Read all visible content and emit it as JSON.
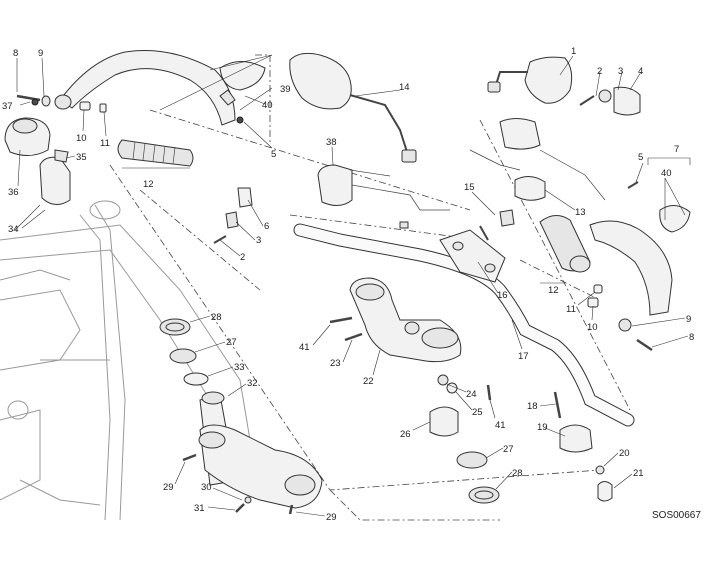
{
  "diagram": {
    "code": "SOS00667",
    "callouts": [
      {
        "id": "c8a",
        "text": "8"
      },
      {
        "id": "c9a",
        "text": "9"
      },
      {
        "id": "c37",
        "text": "37"
      },
      {
        "id": "c10a",
        "text": "10"
      },
      {
        "id": "c11a",
        "text": "11"
      },
      {
        "id": "c40a",
        "text": "40"
      },
      {
        "id": "c39",
        "text": "39"
      },
      {
        "id": "c5a",
        "text": "5"
      },
      {
        "id": "c12a",
        "text": "12"
      },
      {
        "id": "c35",
        "text": "35"
      },
      {
        "id": "c36",
        "text": "36"
      },
      {
        "id": "c34",
        "text": "34"
      },
      {
        "id": "c6",
        "text": "6"
      },
      {
        "id": "c3a",
        "text": "3"
      },
      {
        "id": "c2a",
        "text": "2"
      },
      {
        "id": "c14",
        "text": "14"
      },
      {
        "id": "c38",
        "text": "38"
      },
      {
        "id": "c1",
        "text": "1"
      },
      {
        "id": "c2b",
        "text": "2"
      },
      {
        "id": "c3b",
        "text": "3"
      },
      {
        "id": "c4",
        "text": "4"
      },
      {
        "id": "c7",
        "text": "7"
      },
      {
        "id": "c5b",
        "text": "5"
      },
      {
        "id": "c40b",
        "text": "40"
      },
      {
        "id": "c15",
        "text": "15"
      },
      {
        "id": "c13",
        "text": "13"
      },
      {
        "id": "c16",
        "text": "16"
      },
      {
        "id": "c12b",
        "text": "12"
      },
      {
        "id": "c11b",
        "text": "11"
      },
      {
        "id": "c10b",
        "text": "10"
      },
      {
        "id": "c9b",
        "text": "9"
      },
      {
        "id": "c8b",
        "text": "8"
      },
      {
        "id": "c28a",
        "text": "28"
      },
      {
        "id": "c27a",
        "text": "27"
      },
      {
        "id": "c33",
        "text": "33"
      },
      {
        "id": "c32",
        "text": "32"
      },
      {
        "id": "c41a",
        "text": "41"
      },
      {
        "id": "c23",
        "text": "23"
      },
      {
        "id": "c22",
        "text": "22"
      },
      {
        "id": "c17",
        "text": "17"
      },
      {
        "id": "c24",
        "text": "24"
      },
      {
        "id": "c25",
        "text": "25"
      },
      {
        "id": "c41b",
        "text": "41"
      },
      {
        "id": "c26",
        "text": "26"
      },
      {
        "id": "c18",
        "text": "18"
      },
      {
        "id": "c19",
        "text": "19"
      },
      {
        "id": "c27b",
        "text": "27"
      },
      {
        "id": "c20",
        "text": "20"
      },
      {
        "id": "c28b",
        "text": "28"
      },
      {
        "id": "c21",
        "text": "21"
      },
      {
        "id": "c29a",
        "text": "29"
      },
      {
        "id": "c30",
        "text": "30"
      },
      {
        "id": "c31",
        "text": "31"
      },
      {
        "id": "c29b",
        "text": "29"
      }
    ]
  }
}
